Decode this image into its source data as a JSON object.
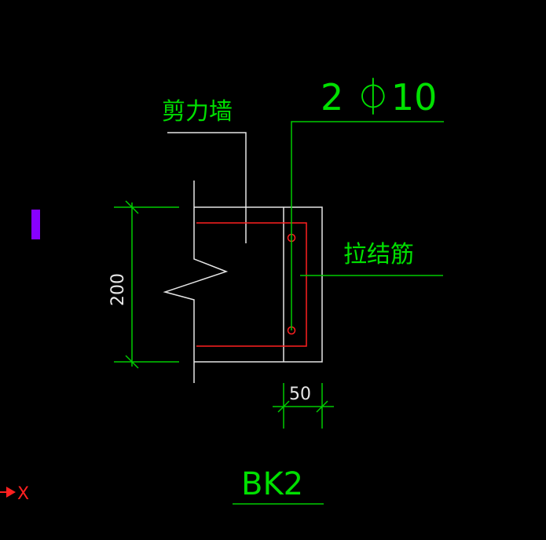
{
  "colors": {
    "background": "#000000",
    "wall_line": "#e6e6e6",
    "dimension": "#00cc00",
    "rebar": "#ff2020",
    "annotation_text": "#00e000",
    "axis": "#ff2020",
    "marker": "#8800ff"
  },
  "labels": {
    "shear_wall": "剪力墙",
    "main_rebar": "2 ⏀10",
    "tie_rebar": "拉结筋",
    "section_name": "BK2"
  },
  "dimensions": {
    "height": "200",
    "width": "50"
  },
  "axis": {
    "label": "X"
  }
}
